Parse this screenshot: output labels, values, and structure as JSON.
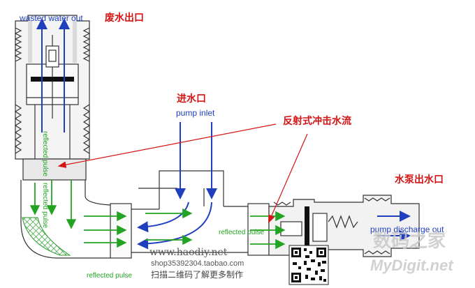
{
  "labels": {
    "wasted_water_out": "wasted water out",
    "wasted_water_out_cn": "废水出口",
    "water_inlet_cn": "进水口",
    "pump_inlet": "pump inlet",
    "reflected_impact_flow_cn": "反射式冲击水流",
    "pump_outlet_cn": "水泵出水口",
    "reflected_pulse_vertical": "reflected pulse",
    "reflected_pulse_vertical_2": "reflected pulse",
    "reflected_pulse_horizontal": "reflected pulse",
    "reflected_pulse_bottom": "reflected pulse",
    "pump_discharge_out": "pump discharge out"
  },
  "watermarks": {
    "site": "www.haodiy.net",
    "shop": "shop35392304.taobao.com",
    "scan": "扫描二维码了解更多制作",
    "brand_cn": "数码之家",
    "brand_en": "MyDigit.net"
  },
  "colors": {
    "flow_blue": "#1f3fbf",
    "pulse_green": "#23a323",
    "pointer_red": "#d41414",
    "outline": "#333333",
    "hatch": "#2c9a2c"
  }
}
